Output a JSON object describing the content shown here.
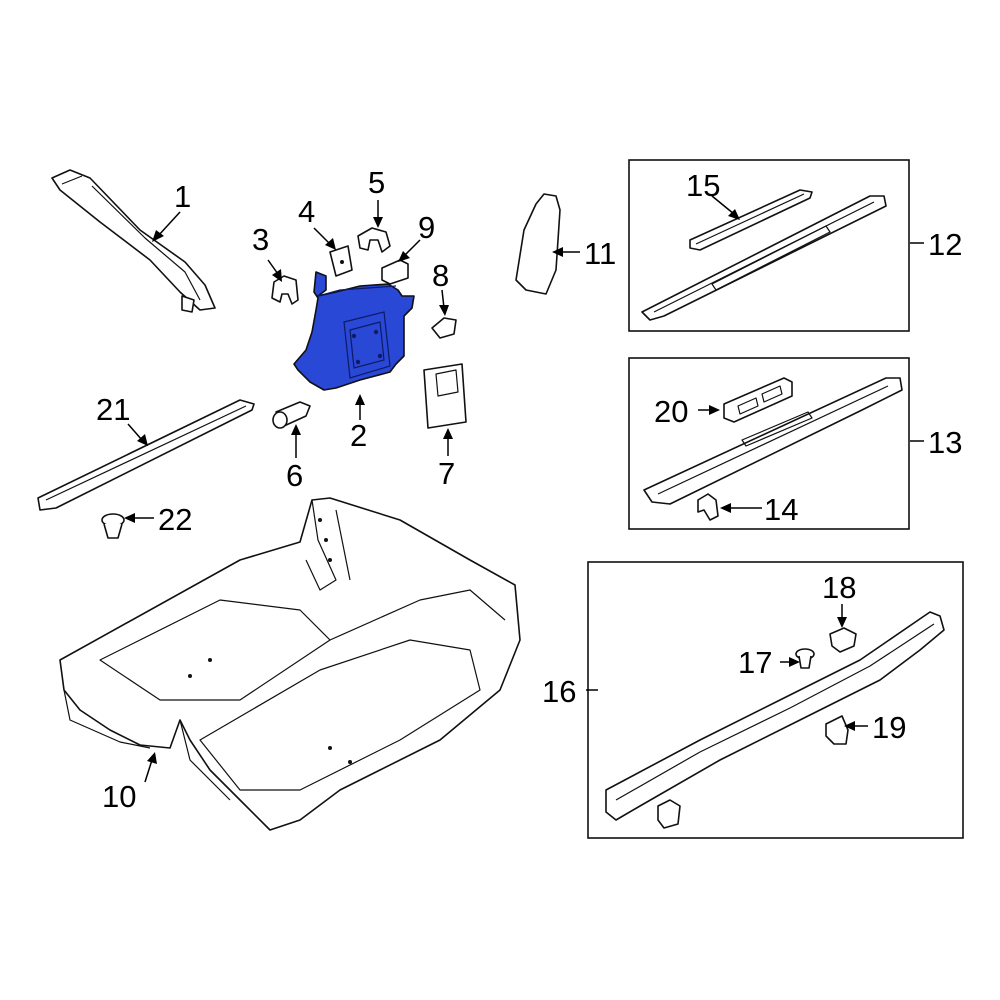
{
  "diagram": {
    "highlight_color": "#2a48d6",
    "callouts": {
      "c1": "1",
      "c2": "2",
      "c3": "3",
      "c4": "4",
      "c5": "5",
      "c6": "6",
      "c7": "7",
      "c8": "8",
      "c9": "9",
      "c10": "10",
      "c11": "11",
      "c12": "12",
      "c13": "13",
      "c14": "14",
      "c15": "15",
      "c16": "16",
      "c17": "17",
      "c18": "18",
      "c19": "19",
      "c20": "20",
      "c21": "21",
      "c22": "22"
    }
  }
}
